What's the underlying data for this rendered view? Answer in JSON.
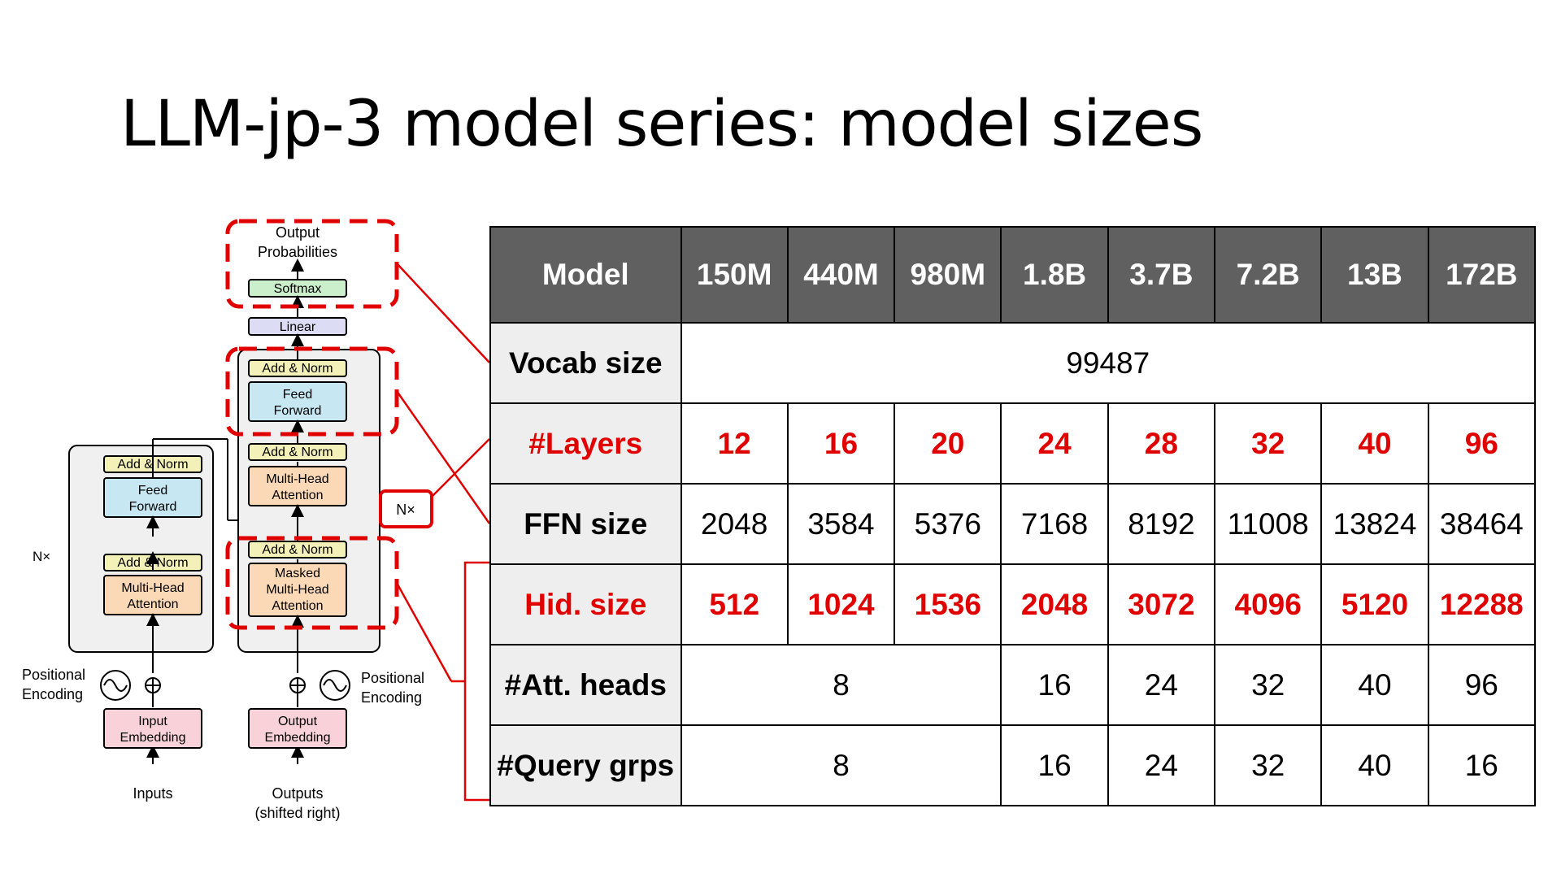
{
  "title": "LLM-jp-3 model series: model sizes",
  "diagram": {
    "output_probabilities": [
      "Output",
      "Probabilities"
    ],
    "softmax": "Softmax",
    "linear": "Linear",
    "add_norm": "Add & Norm",
    "feed_forward": [
      "Feed",
      "Forward"
    ],
    "multi_head_attention": [
      "Multi-Head",
      "Attention"
    ],
    "masked_multi_head_attention": [
      "Masked",
      "Multi-Head",
      "Attention"
    ],
    "nx": "N×",
    "positional_encoding": [
      "Positional",
      "Encoding"
    ],
    "input_embedding": [
      "Input",
      "Embedding"
    ],
    "output_embedding": [
      "Output",
      "Embedding"
    ],
    "inputs": "Inputs",
    "outputs": [
      "Outputs",
      "(shifted right)"
    ]
  },
  "table": {
    "headers": [
      "Model",
      "150M",
      "440M",
      "980M",
      "1.8B",
      "3.7B",
      "7.2B",
      "13B",
      "172B"
    ],
    "vocab": {
      "label": "Vocab size",
      "value": "99487"
    },
    "layers": {
      "label": "#Layers",
      "values": [
        "12",
        "16",
        "20",
        "24",
        "28",
        "32",
        "40",
        "96"
      ]
    },
    "ffn": {
      "label": "FFN size",
      "values": [
        "2048",
        "3584",
        "5376",
        "7168",
        "8192",
        "11008",
        "13824",
        "38464"
      ]
    },
    "hid": {
      "label": "Hid. size",
      "values": [
        "512",
        "1024",
        "1536",
        "2048",
        "3072",
        "4096",
        "5120",
        "12288"
      ]
    },
    "att_heads": {
      "label": "#Att. heads",
      "values": [
        "8",
        "16",
        "24",
        "32",
        "40",
        "96"
      ]
    },
    "query_grps": {
      "label": "#Query grps",
      "values": [
        "8",
        "16",
        "24",
        "32",
        "40",
        "16"
      ]
    }
  },
  "colors": {
    "highlight": "#e00000",
    "header_bg": "#606060",
    "row_header_bg": "#eeeeee"
  }
}
